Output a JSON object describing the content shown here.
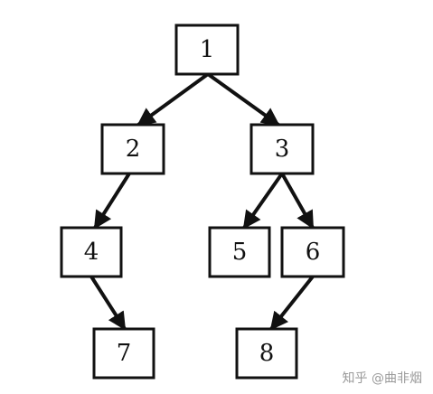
{
  "diagram": {
    "nodes": [
      {
        "id": "1",
        "label": "1"
      },
      {
        "id": "2",
        "label": "2"
      },
      {
        "id": "3",
        "label": "3"
      },
      {
        "id": "4",
        "label": "4"
      },
      {
        "id": "5",
        "label": "5"
      },
      {
        "id": "6",
        "label": "6"
      },
      {
        "id": "7",
        "label": "7"
      },
      {
        "id": "8",
        "label": "8"
      }
    ],
    "edges": [
      {
        "from": "1",
        "to": "2"
      },
      {
        "from": "1",
        "to": "3"
      },
      {
        "from": "2",
        "to": "4"
      },
      {
        "from": "3",
        "to": "5"
      },
      {
        "from": "3",
        "to": "6"
      },
      {
        "from": "4",
        "to": "7"
      },
      {
        "from": "6",
        "to": "8"
      }
    ],
    "colors": {
      "line": "#111111",
      "background": "#ffffff"
    }
  },
  "watermark": {
    "text": "知乎 @曲非烟"
  }
}
